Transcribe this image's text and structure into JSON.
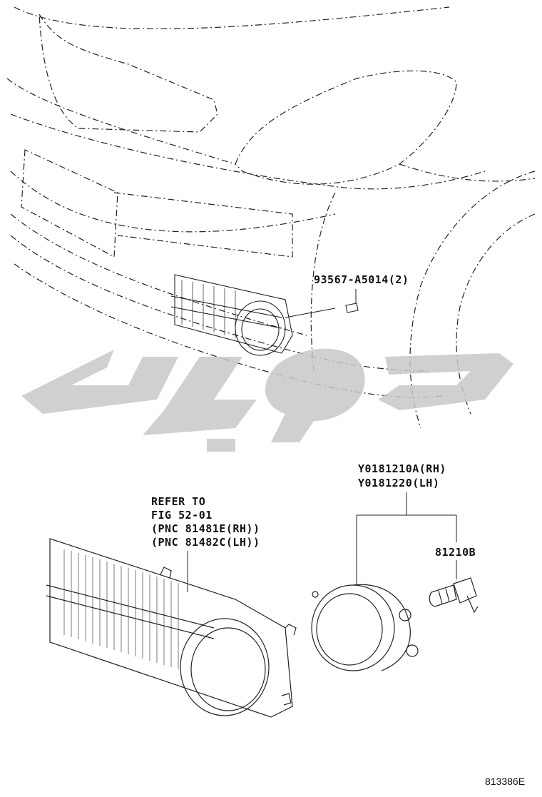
{
  "callouts": {
    "bolt": "93567-A5014(2)",
    "fog_lamp_rh": "Y0181210A(RH)",
    "fog_lamp_lh": "Y0181220(LH)",
    "bulb": "81210B",
    "refer_line1": "REFER TO",
    "refer_line2": "FIG 52-01",
    "refer_line3": "(PNC 81481E(RH))",
    "refer_line4": "(PNC 81482C(LH))"
  },
  "figure_id": "813386E",
  "watermark_color": "#c8c8c8",
  "line_color": "#222222"
}
